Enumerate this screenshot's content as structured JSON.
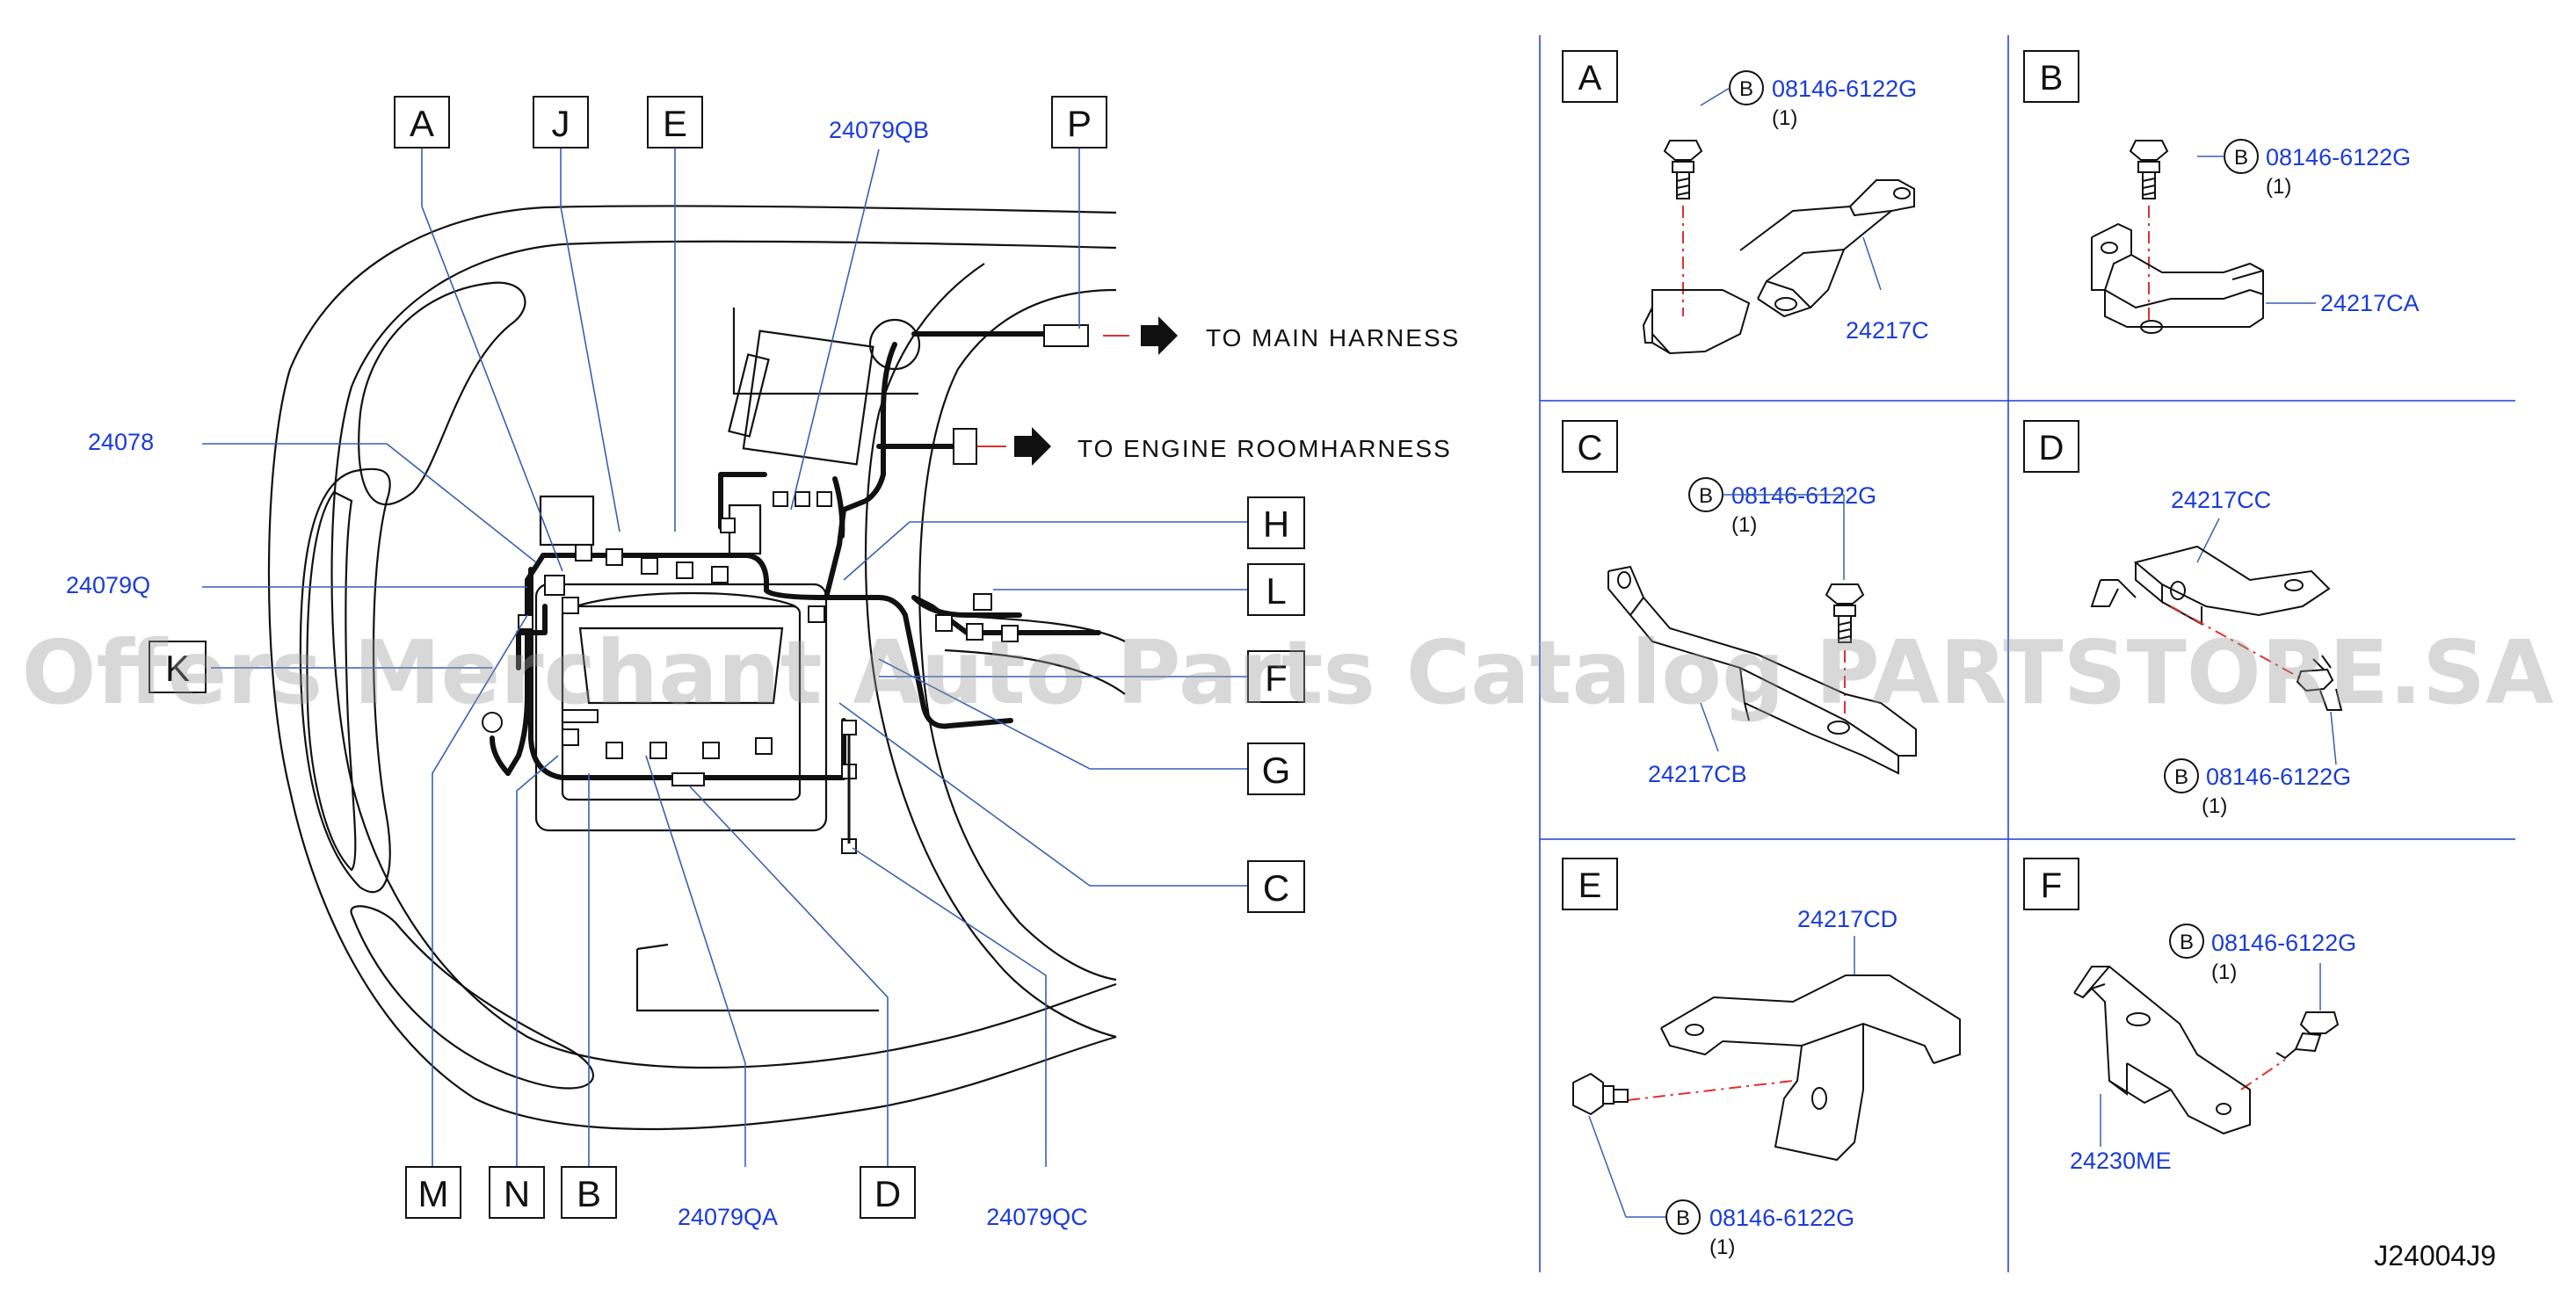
{
  "callouts": {
    "A": "A",
    "J": "J",
    "E": "E",
    "P": "P",
    "H": "H",
    "L": "L",
    "K": "K",
    "F": "F",
    "G": "G",
    "C": "C",
    "M": "M",
    "N": "N",
    "B": "B",
    "D": "D",
    "p24079QB": "24079QB",
    "p24078": "24078",
    "p24079Q": "24079Q",
    "p24079QA": "24079QA",
    "p24079QC": "24079QC"
  },
  "harness": {
    "main": "TO MAIN HARNESS",
    "engine": "TO ENGINE ROOMHARNESS"
  },
  "panels": [
    {
      "letter": "A",
      "bolt_mark": "B",
      "bolt_part": "08146-6122G",
      "qty": "(1)",
      "part": "24217C"
    },
    {
      "letter": "B",
      "bolt_mark": "B",
      "bolt_part": "08146-6122G",
      "qty": "(1)",
      "part": "24217CA"
    },
    {
      "letter": "C",
      "bolt_mark": "B",
      "bolt_part": "08146-6122G",
      "qty": "(1)",
      "part": "24217CB"
    },
    {
      "letter": "D",
      "bolt_mark": "B",
      "bolt_part": "08146-6122G",
      "qty": "(1)",
      "part": "24217CC"
    },
    {
      "letter": "E",
      "bolt_mark": "B",
      "bolt_part": "08146-6122G",
      "qty": "(1)",
      "part": "24217CD"
    },
    {
      "letter": "F",
      "bolt_mark": "B",
      "bolt_part": "08146-6122G",
      "qty": "(1)",
      "part": "24230ME"
    }
  ],
  "figure_code": "J24004J9",
  "watermark": "Offers Merchant Auto Parts Catalog PARTSTORE.SA",
  "colors": {
    "label_blue": "#1a3cd8",
    "leader_blue": "#3a5fb0",
    "dash_red": "#e03030",
    "line": "#111111"
  }
}
